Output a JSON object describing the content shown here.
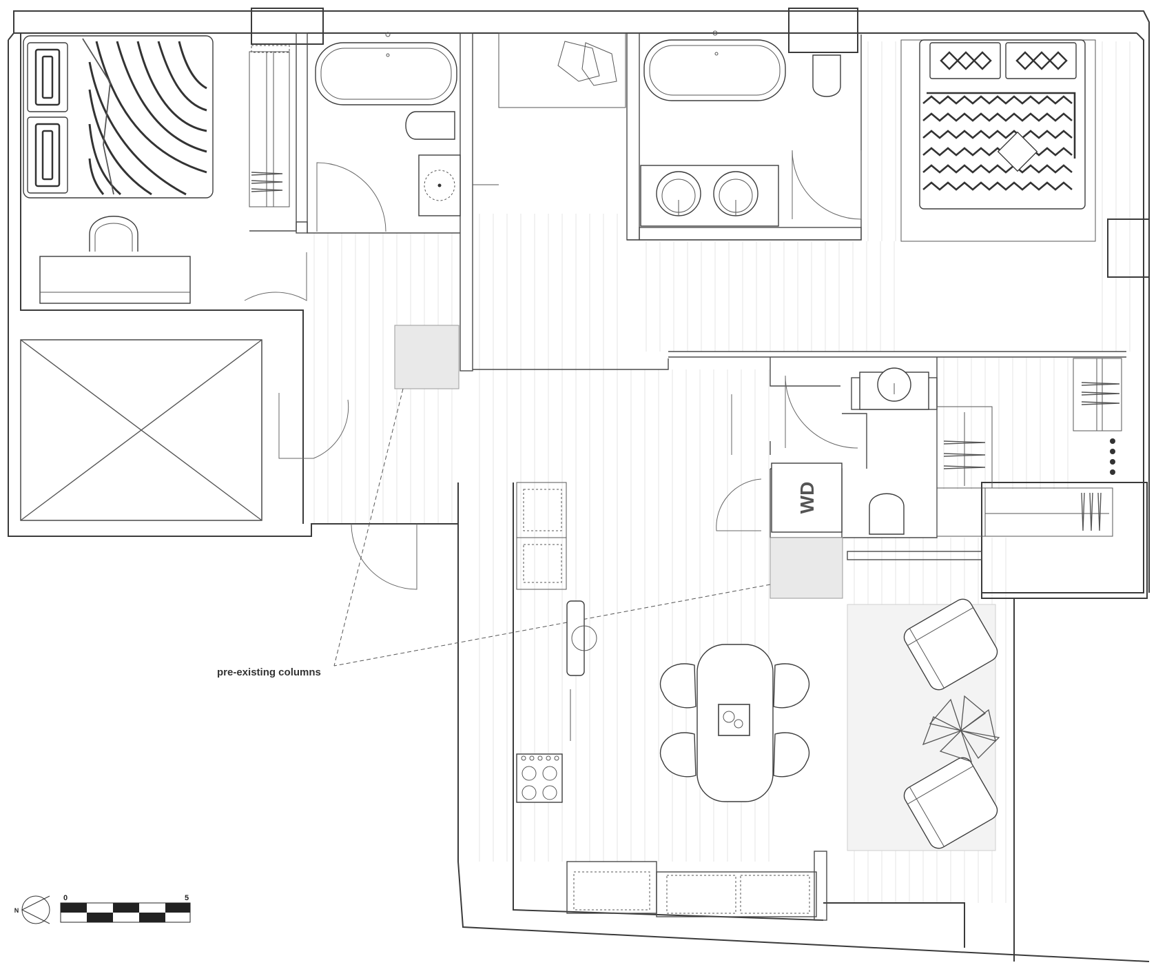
{
  "annotations": {
    "columns_label": "pre-existing columns",
    "washer_dryer_label": "WD"
  },
  "scale_bar": {
    "start_label": "0",
    "end_label": "5"
  },
  "north_arrow": {
    "label": "N"
  }
}
